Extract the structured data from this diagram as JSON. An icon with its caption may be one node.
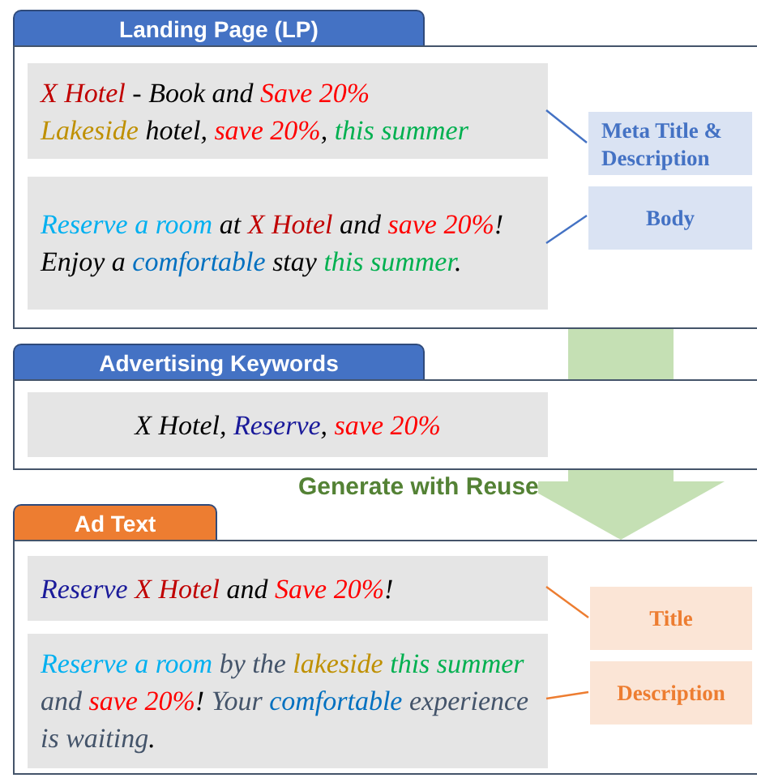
{
  "diagram": {
    "nodes": [
      {
        "text": [
          "Landing Page (LP)"
        ]
      },
      {
        "text": [
          "X Hotel - Book and Save 20%",
          "Lakeside hotel, save 20%, this summer"
        ],
        "in": 0
      },
      {
        "text": [
          "Reserve a room at X Hotel and save 20%! Enjoy a comfortable stay this summer."
        ],
        "in": 0
      },
      {
        "text": [
          "Meta Title & Description"
        ],
        "in": 0
      },
      {
        "text": [
          "Body"
        ],
        "in": 0
      },
      {
        "text": [
          "Advertising Keywords"
        ]
      },
      {
        "text": [
          "X Hotel, Reserve, save 20%"
        ],
        "in": 5
      },
      {
        "text": [
          "Ad Text"
        ]
      },
      {
        "text": [
          "Reserve X Hotel and Save 20%!"
        ],
        "in": 7
      },
      {
        "text": [
          "Reserve a room by the lakeside this summer and save 20%! Your comfortable experience is waiting."
        ],
        "in": 7
      },
      {
        "text": [
          "Title"
        ],
        "in": 7
      },
      {
        "text": [
          "Description"
        ],
        "in": 7
      }
    ],
    "edges": [
      {
        "from": 1,
        "to": 3,
        "arrow": "none"
      },
      {
        "from": 2,
        "to": 4,
        "arrow": "none"
      },
      {
        "from": 0,
        "to": 7,
        "arrow": "to",
        "label": "Generate with Reuse",
        "style": "thick",
        "color": "#c5e0b4"
      },
      {
        "from": 8,
        "to": 10,
        "arrow": "none",
        "color": "#ed7d31"
      },
      {
        "from": 9,
        "to": 11,
        "arrow": "none",
        "color": "#ed7d31"
      }
    ]
  }
}
